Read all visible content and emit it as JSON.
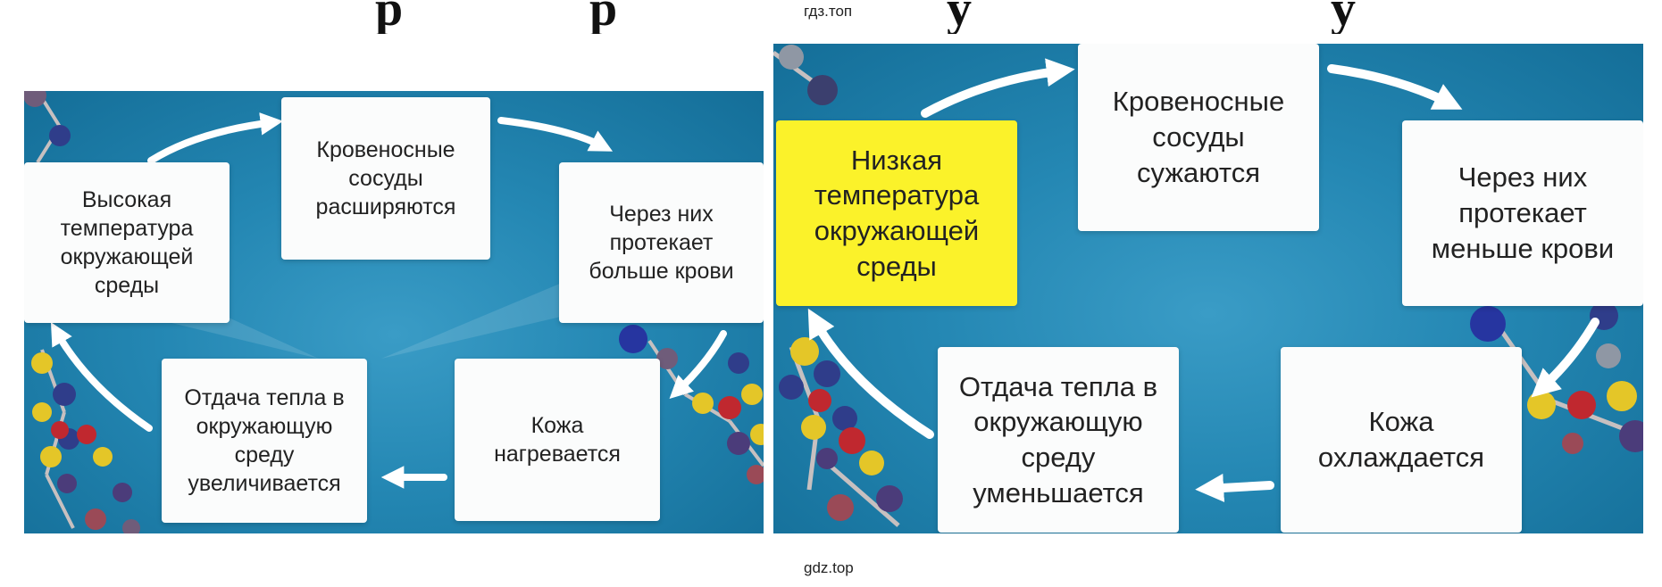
{
  "watermarks": {
    "top": "гдз.топ",
    "bottom": "gdz.top"
  },
  "colors": {
    "panel_background": "#2487b3",
    "card_background": "#fbfcfc",
    "highlight_card": "#fbf22a",
    "arrow": "#ffffff",
    "molecule_balls": [
      "#2f3d8a",
      "#e4c628",
      "#c0282f",
      "#4b3c7a"
    ]
  },
  "left_diagram": {
    "cards": {
      "high_temp": "Высокая\nтемпература\nокружающей\nсреды",
      "vessels": "Кровеносные\nсосуды\nрасширяются",
      "blood_flow": "Через них\nпротекает\nбольше крови",
      "skin": "Кожа\nнагревается",
      "heat_release": "Отдача тепла в\nокружающую\nсреду\nувеличивается"
    }
  },
  "right_diagram": {
    "cards": {
      "low_temp": "Низкая\nтемпература\nокружающей\nсреды",
      "vessels": "Кровеносные\nсосуды\nсужаются",
      "blood_flow": "Через них\nпротекает\nменьше крови",
      "skin": "Кожа\nохлаждается",
      "heat_release": "Отдача тепла в\nокружающую\nсреду\nуменьшается"
    }
  }
}
